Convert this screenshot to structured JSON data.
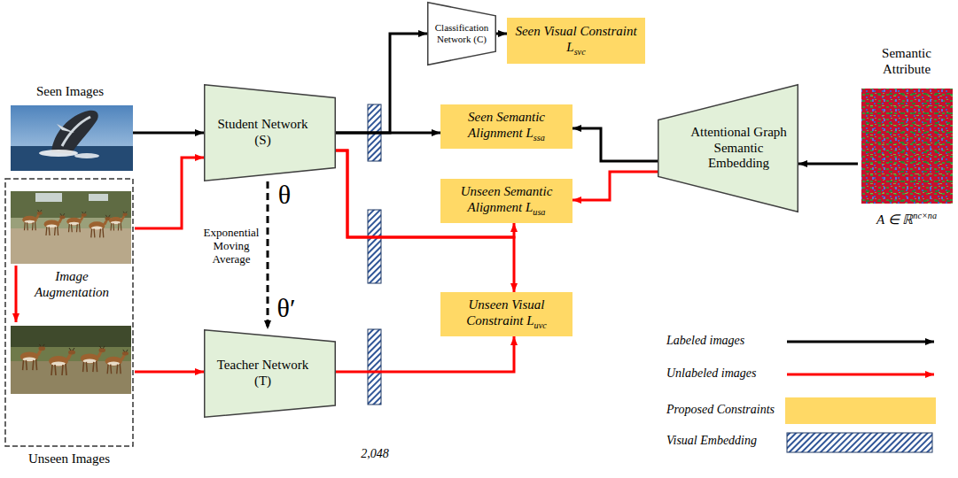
{
  "diagram": {
    "nodes": [
      {
        "text": [
          "Seen Images"
        ]
      },
      {
        "text": [
          "Image Augmentation",
          "Unseen Images"
        ]
      },
      {
        "text": [
          "Student Network (S)"
        ]
      },
      {
        "text": [
          "Teacher Network (T)"
        ]
      },
      {
        "text": [
          "Classification Network (C)"
        ]
      },
      {
        "text": [
          "Seen Visual Constraint L",
          "svc"
        ]
      },
      {
        "text": [
          "Seen Semantic Alignment L",
          "ssa"
        ]
      },
      {
        "text": [
          "Unseen Semantic Alignment L",
          "usa"
        ]
      },
      {
        "text": [
          "Unseen Visual Constraint L",
          "uvc"
        ]
      },
      {
        "text": [
          "Attentional Graph Semantic Embedding"
        ]
      },
      {
        "text": [
          "Semantic Attribute",
          "A ∈ ℝ",
          "nc×na"
        ]
      }
    ],
    "edges": [
      {
        "from": 0,
        "to": 2,
        "arrow": "to"
      },
      {
        "from": 1,
        "to": 2,
        "arrow": "to"
      },
      {
        "from": 1,
        "to": 3,
        "arrow": "to"
      },
      {
        "from": 2,
        "to": 4,
        "arrow": "to"
      },
      {
        "from": 4,
        "to": 5,
        "arrow": "to"
      },
      {
        "from": 2,
        "to": 6,
        "arrow": "to"
      },
      {
        "from": 2,
        "to": 7,
        "arrow": "to"
      },
      {
        "from": 2,
        "to": 8,
        "arrow": "to"
      },
      {
        "from": 3,
        "to": 8,
        "arrow": "to"
      },
      {
        "from": 9,
        "to": 6,
        "arrow": "to"
      },
      {
        "from": 9,
        "to": 7,
        "arrow": "to"
      },
      {
        "from": 10,
        "to": 9,
        "arrow": "to"
      },
      {
        "from": 2,
        "to": 3,
        "label": "Exponential Moving Average",
        "arrow": "to"
      }
    ],
    "labels": [
      "θ",
      "θ′",
      "2,048"
    ],
    "legend": [
      {
        "text": "Labeled images"
      },
      {
        "text": "Unlabeled images"
      },
      {
        "text": "Proposed Constraints",
        "color": "#ffd966"
      },
      {
        "text": "Visual Embedding"
      }
    ]
  }
}
